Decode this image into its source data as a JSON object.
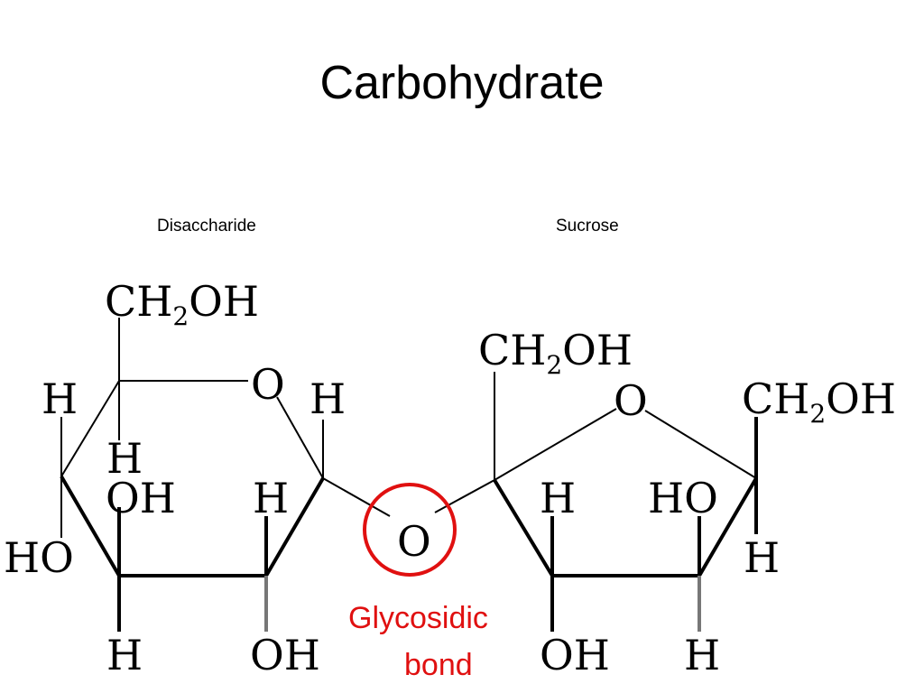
{
  "title": "Carbohydrate",
  "captions": {
    "left": "Disaccharide",
    "right": "Sucrose"
  },
  "annotation": {
    "line1": "Glycosidic",
    "line2": "bond",
    "color": "#e01010"
  },
  "atoms": {
    "h": "H",
    "o": "O",
    "oh": "OH",
    "ho": "HO",
    "ch2oh_main": "CH",
    "ch2oh_sub": "2",
    "ch2oh_tail": "OH"
  }
}
